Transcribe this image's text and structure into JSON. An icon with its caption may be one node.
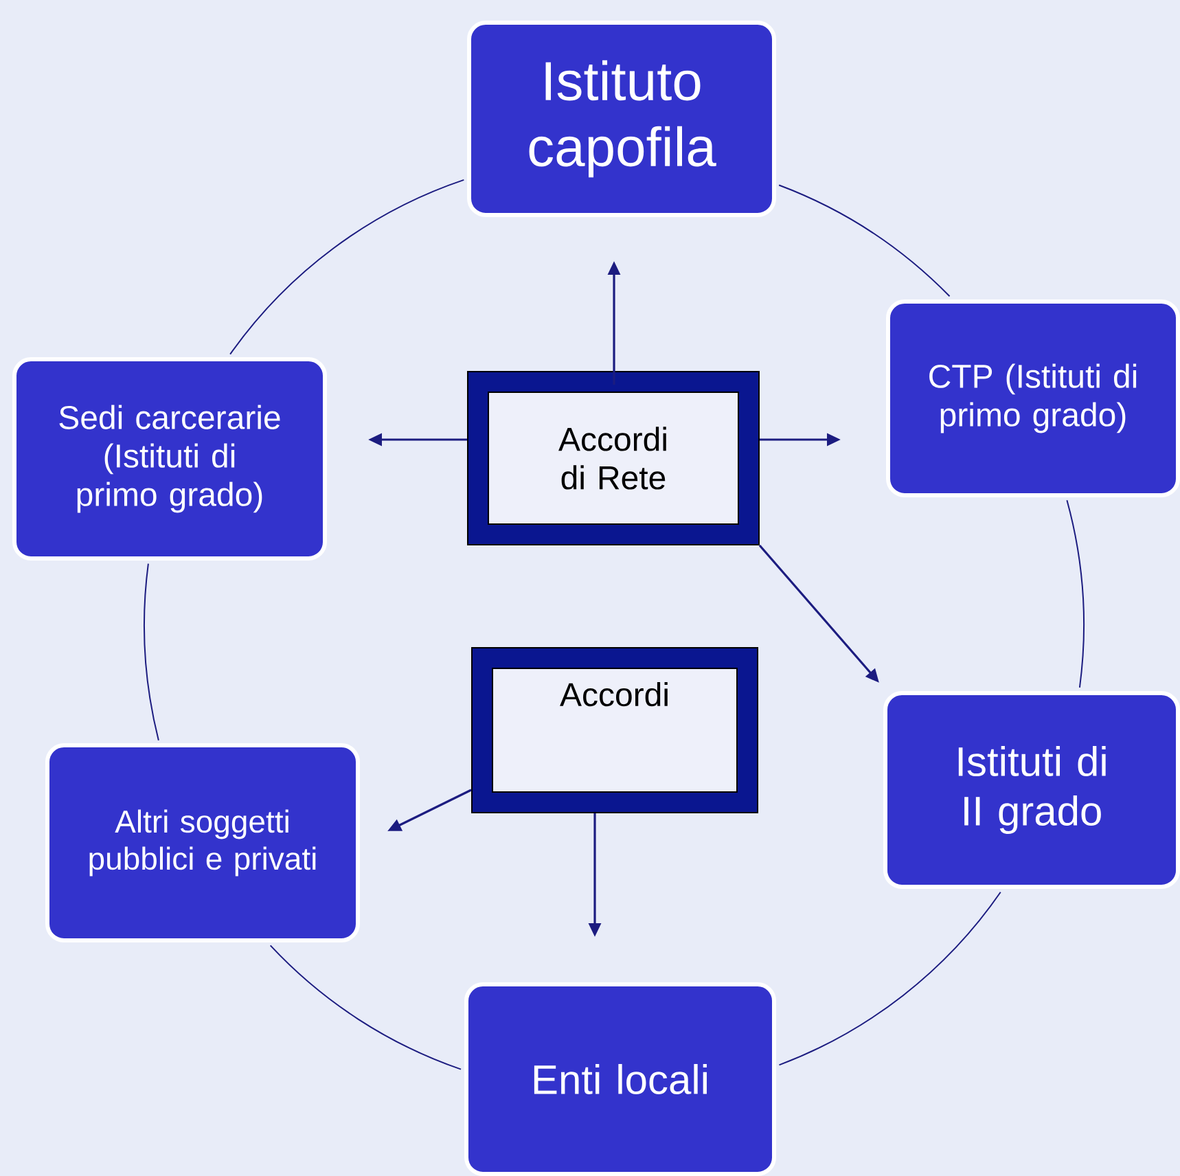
{
  "diagram": {
    "nodes": [
      {
        "text": [
          "Istituto capofila"
        ]
      },
      {
        "text": [
          "CTP (Istituti di primo grado)"
        ]
      },
      {
        "text": [
          "Istituti di II grado"
        ]
      },
      {
        "text": [
          "Enti locali"
        ]
      },
      {
        "text": [
          "Altri soggetti pubblici e privati"
        ]
      },
      {
        "text": [
          "Sedi carcerarie (Istituti di primo grado)"
        ]
      },
      {
        "text": [
          "Accordi di Rete"
        ]
      },
      {
        "text": [
          "Accordi"
        ]
      }
    ],
    "edges": [
      {
        "from": 0,
        "to": 1,
        "arrow": "none"
      },
      {
        "from": 1,
        "to": 2,
        "arrow": "none"
      },
      {
        "from": 2,
        "to": 3,
        "arrow": "none"
      },
      {
        "from": 3,
        "to": 4,
        "arrow": "none"
      },
      {
        "from": 4,
        "to": 5,
        "arrow": "none"
      },
      {
        "from": 5,
        "to": 0,
        "arrow": "none"
      },
      {
        "from": 6,
        "to": 0,
        "arrow": "to"
      },
      {
        "from": 6,
        "to": 5,
        "arrow": "to"
      },
      {
        "from": 6,
        "to": 1,
        "arrow": "to"
      },
      {
        "from": 6,
        "to": 2,
        "arrow": "to"
      },
      {
        "from": 7,
        "to": 4,
        "arrow": "to"
      },
      {
        "from": 7,
        "to": 3,
        "arrow": "to"
      }
    ]
  }
}
